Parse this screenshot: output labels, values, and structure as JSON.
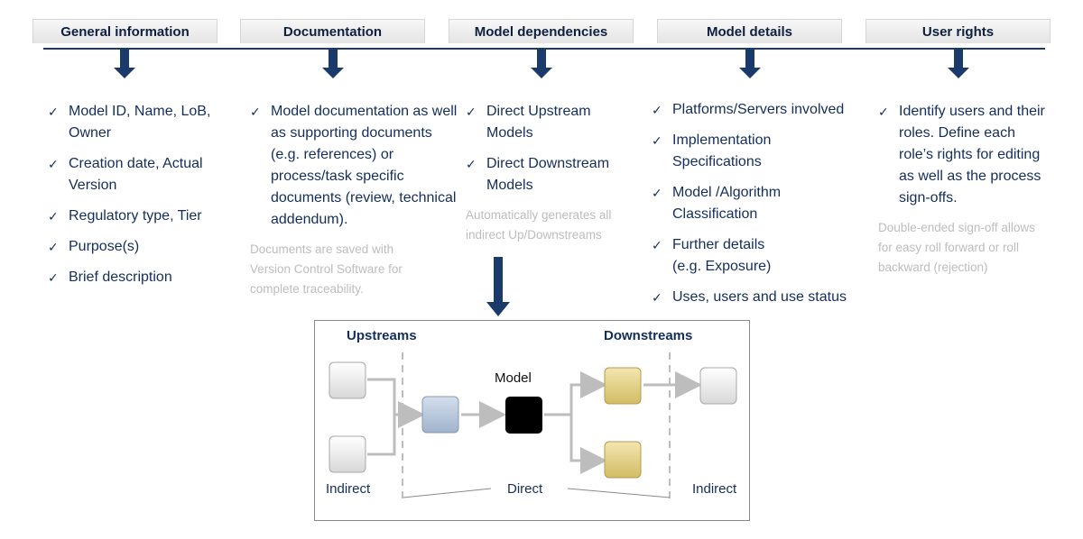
{
  "tabs": [
    "General information",
    "Documentation",
    "Model dependencies",
    "Model details",
    "User rights"
  ],
  "check_glyph": "✓",
  "columns": [
    {
      "items": [
        "Model ID, Name, LoB, Owner",
        "Creation date, Actual Version",
        "Regulatory type, Tier",
        "Purpose(s)",
        "Brief description"
      ],
      "note": ""
    },
    {
      "items": [
        "Model documentation as well as supporting documents (e.g. references) or process/task specific documents (review, technical addendum)."
      ],
      "note": "Documents are saved with Version Control Software for complete traceability."
    },
    {
      "items": [
        "Direct Upstream Models",
        "Direct Downstream Models"
      ],
      "note": "Automatically generates all indirect Up/Downstreams"
    },
    {
      "items": [
        "Platforms/Servers involved",
        "Implementation Specifications",
        "Model /Algorithm Classification",
        "Further details (e.g. Exposure)",
        "Uses, users and use status"
      ],
      "note": ""
    },
    {
      "items": [
        "Identify users and their roles. Define each role’s rights for editing as well as the process sign-offs."
      ],
      "note": "Double-ended sign-off allows for easy roll forward or roll backward (rejection)"
    }
  ],
  "diagram": {
    "upstreams": "Upstreams",
    "downstreams": "Downstreams",
    "model": "Model",
    "indirect_left": "Indirect",
    "direct": "Direct",
    "indirect_right": "Indirect"
  },
  "colors": {
    "navy": "#14325f",
    "arrow": "#1a3a6b",
    "white_box": "#f2f2f2",
    "blue_box": "#b7c7dc",
    "black_box": "#000000",
    "yellow_box": "#e6d48e",
    "connector": "#bdbdbd"
  }
}
